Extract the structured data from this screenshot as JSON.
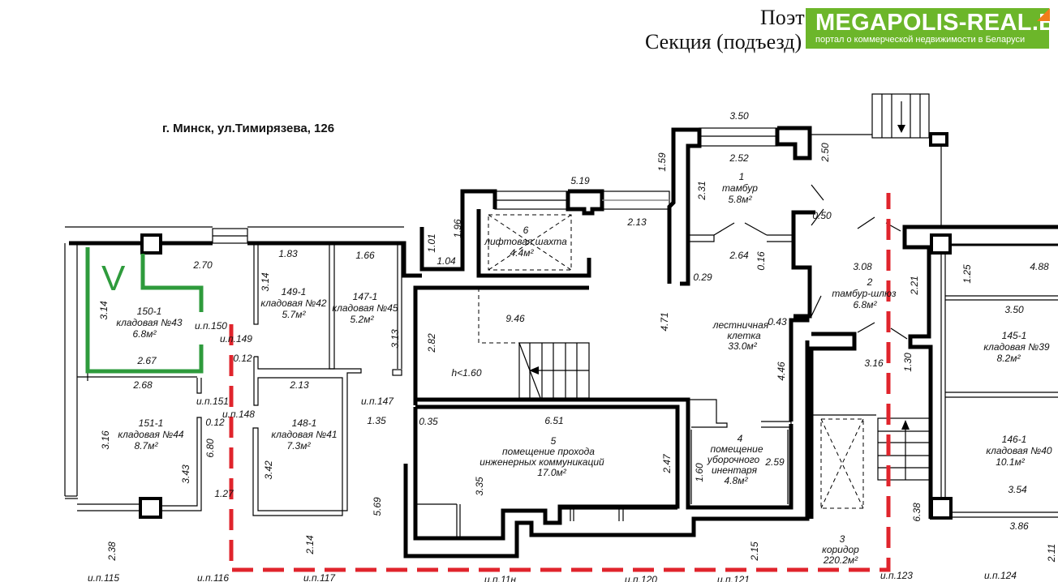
{
  "header": {
    "title_partial": "Поэт",
    "section_partial": "Секция (подъезд)"
  },
  "logo": {
    "name": "MEGAPOLIS-REAL.BY",
    "tagline": "портал о коммерческой недвижимости в Беларуси"
  },
  "address": "г. Минск, ул.Тимирязева, 126",
  "marker": "V",
  "colors": {
    "highlight": "#2e9b3c",
    "boundary": "#e0242c",
    "logo": "#6cb62a"
  },
  "rooms": [
    {
      "num": "150-1",
      "name": "кладовая №43",
      "area": "6.8м²"
    },
    {
      "num": "149-1",
      "name": "кладовая №42",
      "area": "5.7м²"
    },
    {
      "num": "147-1",
      "name": "кладовая №45",
      "area": "5.2м²"
    },
    {
      "num": "151-1",
      "name": "кладовая №44",
      "area": "8.7м²"
    },
    {
      "num": "148-1",
      "name": "кладовая №41",
      "area": "7.3м²"
    },
    {
      "num": "6",
      "name": "лифтовая шахта",
      "area": "4.4м²"
    },
    {
      "num": "1",
      "name": "тамбур",
      "area": "5.8м²"
    },
    {
      "num": "2",
      "name": "тамбур-шлюз",
      "area": "6.8м²"
    },
    {
      "num": "",
      "name": "лестничная",
      "name2": "клетка",
      "area": "33.0м²"
    },
    {
      "num": "5",
      "name": "помещение прохода",
      "name2": "инженерных коммуникаций",
      "area": "17.0м²"
    },
    {
      "num": "4",
      "name": "помещение",
      "name2": "уборочного",
      "name3": "инентаря",
      "area": "4.8м²"
    },
    {
      "num": "3",
      "name": "коридор",
      "area": "220.2м²"
    },
    {
      "num": "145-1",
      "name": "кладовая №39",
      "area": "8.2м²"
    },
    {
      "num": "146-1",
      "name": "кладовая №40",
      "area": "10.1м²"
    }
  ],
  "ip": [
    "и.п.150",
    "и.п.149",
    "и.п.151",
    "и.п.148",
    "и.п.147",
    "и.п.115",
    "и.п.116",
    "и.п.117",
    "и.п.11н",
    "и.п.120",
    "и.п.121",
    "и.п.123",
    "и.п.124"
  ],
  "dims": [
    "2.70",
    "1.83",
    "1.66",
    "3.14",
    "3.14",
    "3.13",
    "2.67",
    "0.12",
    "2.68",
    "2.13",
    "1.35",
    "0.12",
    "3.16",
    "6.80",
    "3.43",
    "3.42",
    "1.27",
    "5.69",
    "2.14",
    "2.38",
    "0.35",
    "1.01",
    "1.96",
    "1.04",
    "5.19",
    "2.13",
    "1.59",
    "3.50",
    "2.52",
    "2.31",
    "2.64",
    "0.16",
    "0.29",
    "2.50",
    "0.50",
    "3.08",
    "2.21",
    "1.25",
    "4.88",
    "3.50",
    "9.46",
    "4.71",
    "0.43",
    "2.82",
    "h<1.60",
    "4.46",
    "3.16",
    "1.30",
    "6.51",
    "2.47",
    "3.35",
    "1.60",
    "2.59",
    "2.15",
    "6.38",
    "3.54",
    "3.86",
    "2.11"
  ]
}
